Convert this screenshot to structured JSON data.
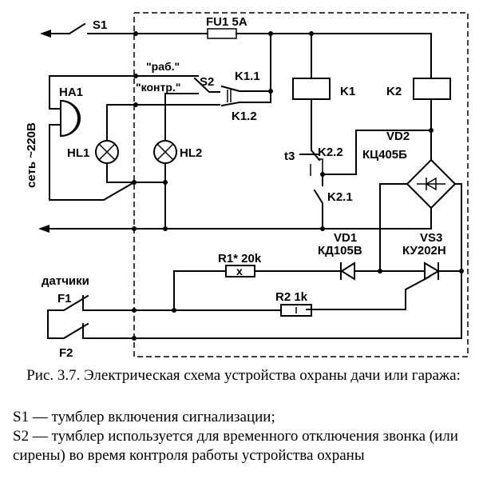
{
  "figure": {
    "labels": {
      "s1": "S1",
      "fu1": "FU1 5A",
      "s2": "S2",
      "rab": "\"раб.\"",
      "kontr": "\"контр.\"",
      "k1_1": "K1.1",
      "k1_2": "K1.2",
      "k1": "K1",
      "k2": "K2",
      "ha1": "HA1",
      "hl1": "HL1",
      "hl2": "HL2",
      "mains": "сеть ~220В",
      "t3": "t3",
      "k2_2": "K2.2",
      "k2_1": "K2.1",
      "vd2": "VD2",
      "vd2_type": "КЦ405Б",
      "vd1": "VD1",
      "vd1_type": "КД105В",
      "vs3": "VS3",
      "vs3_type": "КУ202Н",
      "r1": "R1* 20k",
      "r2": "R2 1k",
      "sensors": "датчики",
      "f1": "F1",
      "f2": "F2"
    }
  },
  "caption": {
    "title": "Рис. 3.7. Электрическая схема устройства охраны дачи или гаража:",
    "legend": [
      "S1 — тумблер включения сигнализации;",
      "S2 — тумблер используется для временного отключения звонка (или сирены) во время контроля работы устройства охраны"
    ]
  }
}
